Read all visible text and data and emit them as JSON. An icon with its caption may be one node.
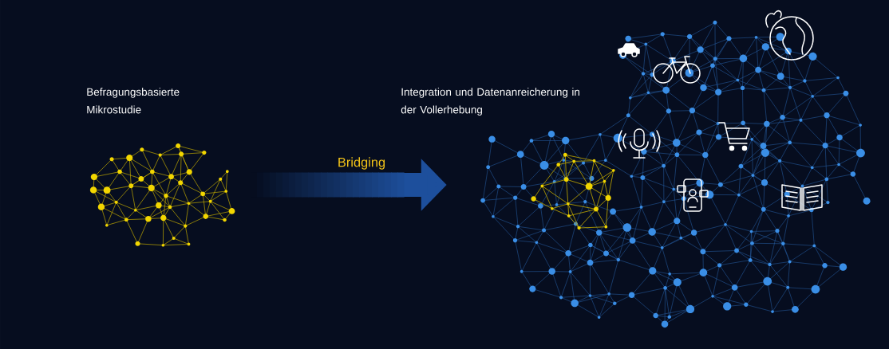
{
  "diagram": {
    "nodes": [
      {
        "text": [
          "Befragungsbasierte Mikrostudie"
        ]
      },
      {
        "text": [
          "Integration und Datenanreicherung in der Vollerhebung"
        ]
      }
    ],
    "edges": [
      {
        "from": 0,
        "to": 1,
        "arrow": "to",
        "label": "Bridging"
      }
    ]
  }
}
